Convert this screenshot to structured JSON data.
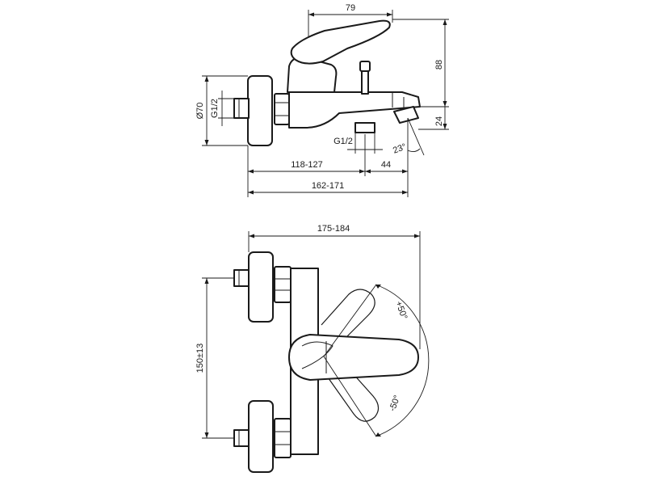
{
  "colors": {
    "line": "#1a1a1a",
    "background": "#ffffff"
  },
  "side_view": {
    "dim_handle_width": "79",
    "dim_height_top": "88",
    "dim_spout_drop": "24",
    "dim_rosette_diameter": "Ø70",
    "dim_thread_inlet": "G1/2",
    "dim_thread_outlet": "G1/2",
    "dim_spout_angle": "23°",
    "dim_wall_to_body": "118-127",
    "dim_body_to_spout": "44",
    "dim_total_projection": "162-171"
  },
  "front_view": {
    "dim_overall_width": "175-184",
    "dim_inlet_centres": "150±13",
    "dim_rotation_up": "+50°",
    "dim_rotation_down": "-50°"
  }
}
